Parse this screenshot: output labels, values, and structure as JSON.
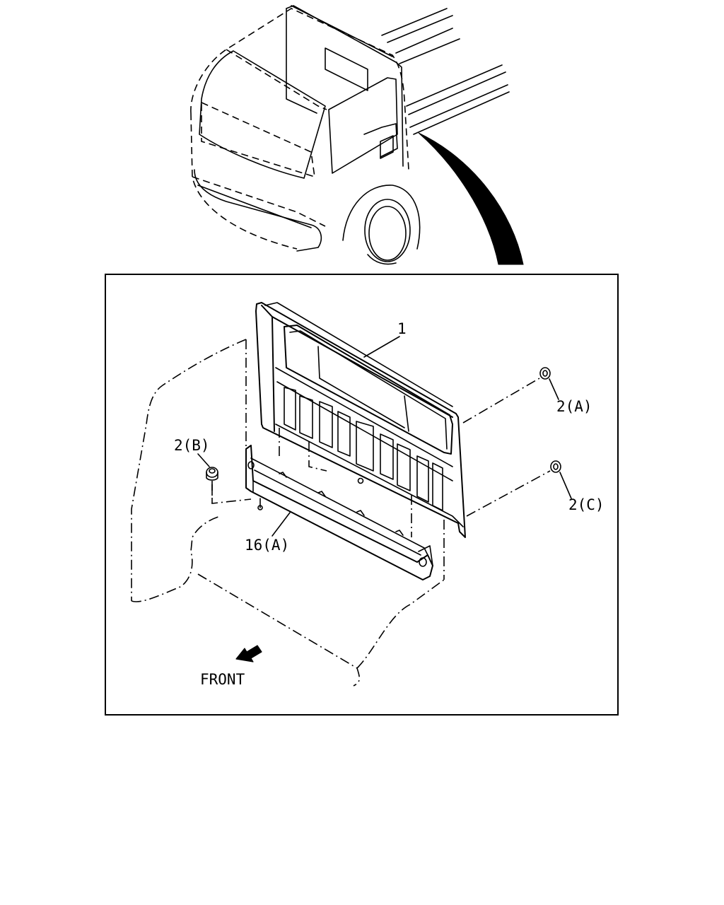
{
  "callouts": {
    "part_1": "1",
    "part_2a": "2(A)",
    "part_2b": "2(B)",
    "part_2c": "2(C)",
    "part_16a": "16(A)"
  },
  "direction_label": "FRONT",
  "icons": {
    "direction_arrow": "arrow-down-left-icon",
    "pointer_arrow": "curved-pointer-icon"
  },
  "colors": {
    "line": "#000000",
    "background": "#ffffff"
  }
}
